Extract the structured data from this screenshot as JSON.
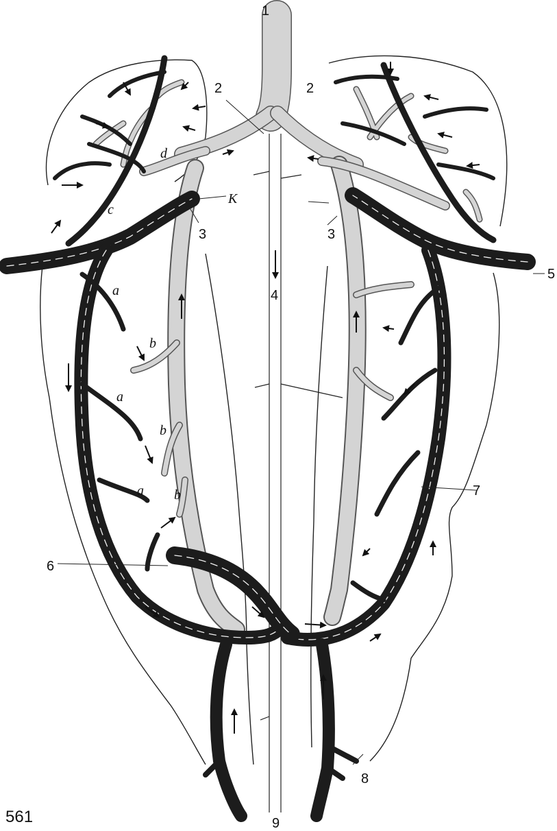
{
  "figure_number": "561",
  "labels": {
    "l1": "1",
    "l2a": "2",
    "l2b": "2",
    "l3a": "3",
    "l3b": "3",
    "l4": "4",
    "l5": "5",
    "l6": "6",
    "l7": "7",
    "l8": "8",
    "l9": "9",
    "la1": "a",
    "la2": "a",
    "la3": "a",
    "lb1": "b",
    "lb2": "b",
    "lb3": "b",
    "lc": "c",
    "ld": "d",
    "lk": "K"
  },
  "colors": {
    "vein": "#1c1c1c",
    "artery_fill": "#d4d4d4",
    "artery_edge": "#555555",
    "outline": "#222222",
    "background": "#ffffff"
  }
}
